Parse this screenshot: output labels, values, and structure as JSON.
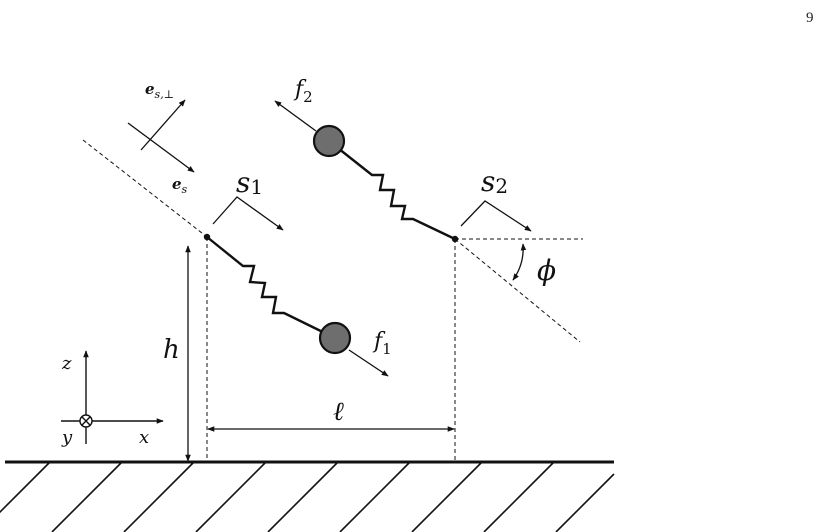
{
  "page_number": "9",
  "labels": {
    "e_s_perp_base": "e",
    "e_s_perp_sub": "s,⊥",
    "e_s_base": "e",
    "e_s_sub": "s",
    "f1_base": "f",
    "f1_sub": "1",
    "f2_base": "f",
    "f2_sub": "2",
    "s1_base": "s",
    "s1_sub": "1",
    "s2_base": "s",
    "s2_sub": "2",
    "phi": "ϕ",
    "h": "h",
    "ell": "ℓ",
    "axis_z": "z",
    "axis_x": "x",
    "axis_y": "y"
  },
  "colors": {
    "line": "#111111",
    "mass_fill": "#6e6e6e"
  },
  "icons": {
    "mass": "filled-circle",
    "spring": "zigzag",
    "ground": "hatched-ground",
    "y_axis_into_page": "circle-cross"
  }
}
